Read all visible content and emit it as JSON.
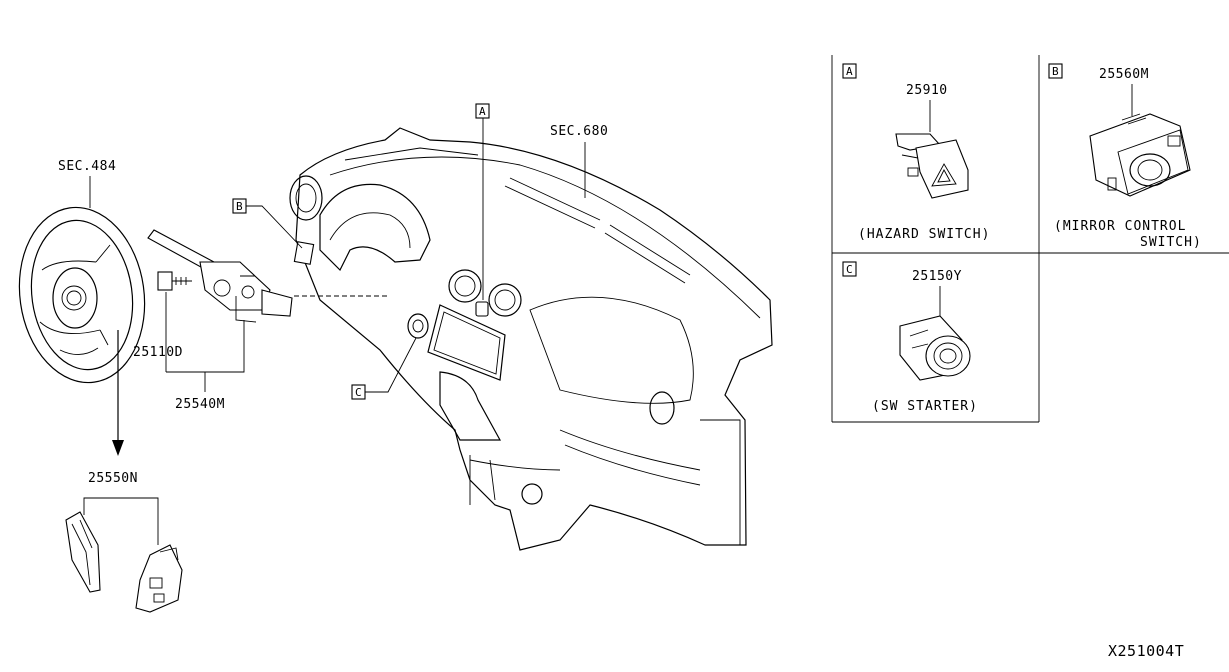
{
  "diagram": {
    "sec_steering": "SEC.484",
    "sec_dash": "SEC.680",
    "parts": {
      "p25110d": "25110D",
      "p25540m": "25540M",
      "p25550n": "25550N",
      "p25910": "25910",
      "p25560m": "25560M",
      "p25150y": "25150Y"
    },
    "callouts": {
      "a": "A",
      "b": "B",
      "c": "C"
    },
    "captions": {
      "hazard": "(HAZARD  SWITCH)",
      "mirror_line1": "(MIRROR CONTROL",
      "mirror_line2": "SWITCH)",
      "starter": "(SW STARTER)"
    },
    "drawing_code": "X251004T"
  }
}
